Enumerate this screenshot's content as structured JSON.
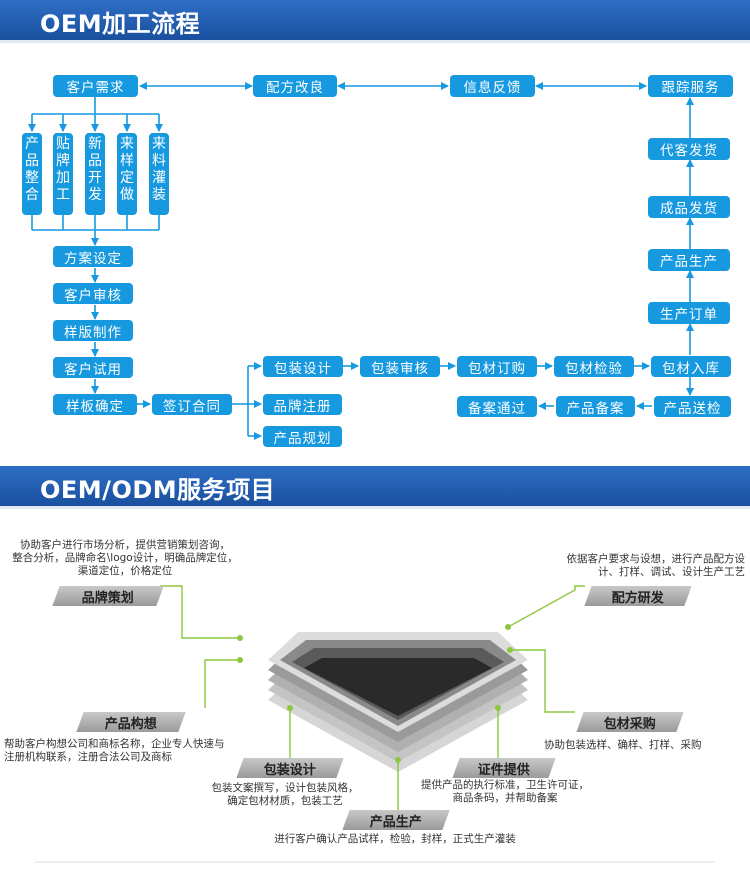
{
  "section1": {
    "title": "OEM加工流程"
  },
  "flow": {
    "top_row": [
      "客户需求",
      "配方改良",
      "信息反馈",
      "跟踪服务"
    ],
    "vertical_options": [
      "产品整合",
      "贴牌加工",
      "新品开发",
      "来样定做",
      "来料灌装"
    ],
    "left_column": [
      "方案设定",
      "客户审核",
      "样版制作",
      "客户试用",
      "样板确定"
    ],
    "contract": "签订合同",
    "branches": [
      "包装设计",
      "品牌注册",
      "产品规划"
    ],
    "packaging_row": [
      "包装审核",
      "包材订购",
      "包材检验",
      "包材入库"
    ],
    "right_column": [
      "代客发货",
      "成品发货",
      "产品生产",
      "生产订单"
    ],
    "bottom_row": [
      "备案通过",
      "产品备案",
      "产品送检"
    ]
  },
  "section2": {
    "title": "OEM/ODM服务项目"
  },
  "services": {
    "brand": {
      "label": "品牌策划",
      "desc": [
        "协助客户进行市场分析，提供营销策划咨询，",
        "整合分析，品牌命名\\logo设计，明确品牌定位，",
        "渠道定位，价格定位"
      ]
    },
    "formula": {
      "label": "配方研发",
      "desc": [
        "依据客户要求与设想，进行产品配方设",
        "计、打样、调试、设计生产工艺"
      ]
    },
    "concept": {
      "label": "产品构想",
      "desc": [
        "帮助客户构想公司和商标名称，企业专人快速与",
        "注册机构联系，注册合法公司及商标"
      ]
    },
    "packaging_purchase": {
      "label": "包材采购",
      "desc": [
        "协助包装选样、确样、打样、采购"
      ]
    },
    "packaging_design": {
      "label": "包装设计",
      "desc": [
        "包装文案撰写，设计包装风格，",
        "确定包材材质，包装工艺"
      ]
    },
    "certification": {
      "label": "证件提供",
      "desc": [
        "提供产品的执行标准，卫生许可证，",
        "商品条码，并帮助备案"
      ]
    },
    "production": {
      "label": "产品生产",
      "desc": [
        "进行客户确认产品试样，检验，封样，正式生产灌装"
      ]
    }
  },
  "colors": {
    "banner": "#1a5aaf",
    "box": "#1799e0",
    "connector": "#8dc63f"
  }
}
